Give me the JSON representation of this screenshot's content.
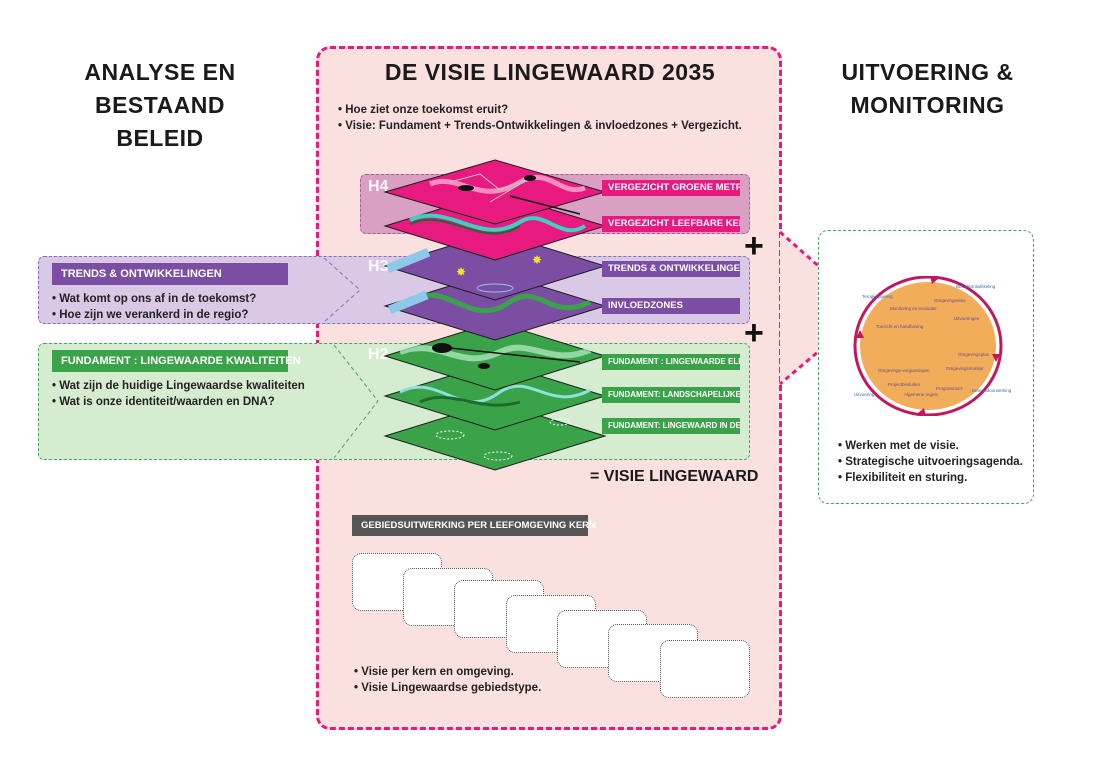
{
  "columns": {
    "left_title": "ANALYSE EN\nBESTAAND\nBELEID",
    "center_title": "DE VISIE LINGEWAARD 2035",
    "right_title": "UITVOERING &\nMONITORING"
  },
  "center_bullets": [
    "Hoe ziet onze toekomst eruit?",
    "Visie: Fundament + Trends-Ontwikkelingen & invloedzones + Vergezicht."
  ],
  "levels": {
    "h4": "H4",
    "h3": "H3",
    "h2": "H2"
  },
  "layer_labels": [
    "VERGEZICHT GROENE METROPOOL",
    "VERGEZICHT LEEFBARE KERNEN",
    "TRENDS & ONTWIKKELINGEN",
    "INVLOEDZONES",
    "FUNDAMENT : LINGEWAARDE ELEMENTEN",
    "FUNDAMENT: LANDSCHAPELIJKE IDENTITEIT",
    "FUNDAMENT: LINGEWAARD IN DE REGIO"
  ],
  "trends_box": {
    "title": "TRENDS & ONTWIKKELINGEN",
    "bullets": [
      "Wat komt op ons af in de toekomst?",
      "Hoe zijn we verankerd in de regio?"
    ]
  },
  "fundament_box": {
    "title": "FUNDAMENT : LINGEWAARDE KWALITEITEN",
    "bullets": [
      "Wat zijn de huidige Lingewaardse kwaliteiten",
      "Wat is onze identiteit/waarden en DNA?"
    ]
  },
  "plus_sign": "+",
  "result_text": "= VISIE LINGEWAARD",
  "gebied": {
    "title": "GEBIEDSUITWERKING PER LEEFOMGEVING KERN",
    "bullets": [
      "Visie per kern en omgeving.",
      "Visie Lingewaardse gebiedstype."
    ]
  },
  "uitvoering": {
    "bullets": [
      "Werken met de visie.",
      "Strategische uitvoeringsagenda.",
      "Flexibiliteit en sturing."
    ],
    "cycle_labels": [
      "Omgevingsvisie",
      "Uitvoeringen",
      "Omgevingsplan",
      "Omgevingsmonitor",
      "Programma's",
      "Algemene regels",
      "Projectbesluiten",
      "Omgevings-vergunningen",
      "Toezicht en handhaving",
      "Monitoring en evaluatie"
    ],
    "arrow_labels": [
      "Beleidsontwikkeling",
      "Beleidsdoorwerking",
      "Uitvoering",
      "Terugkoppeling"
    ]
  },
  "colors": {
    "magenta": "#e8197f",
    "panel_pink": "#fae0df",
    "purple": "#7b4ea3",
    "purple_light": "#d9c8e6",
    "green": "#3aa34a",
    "green_light": "#d5ecd1",
    "gray_dark": "#555555",
    "orange": "#f2ad5a",
    "crimson": "#c2185b"
  }
}
